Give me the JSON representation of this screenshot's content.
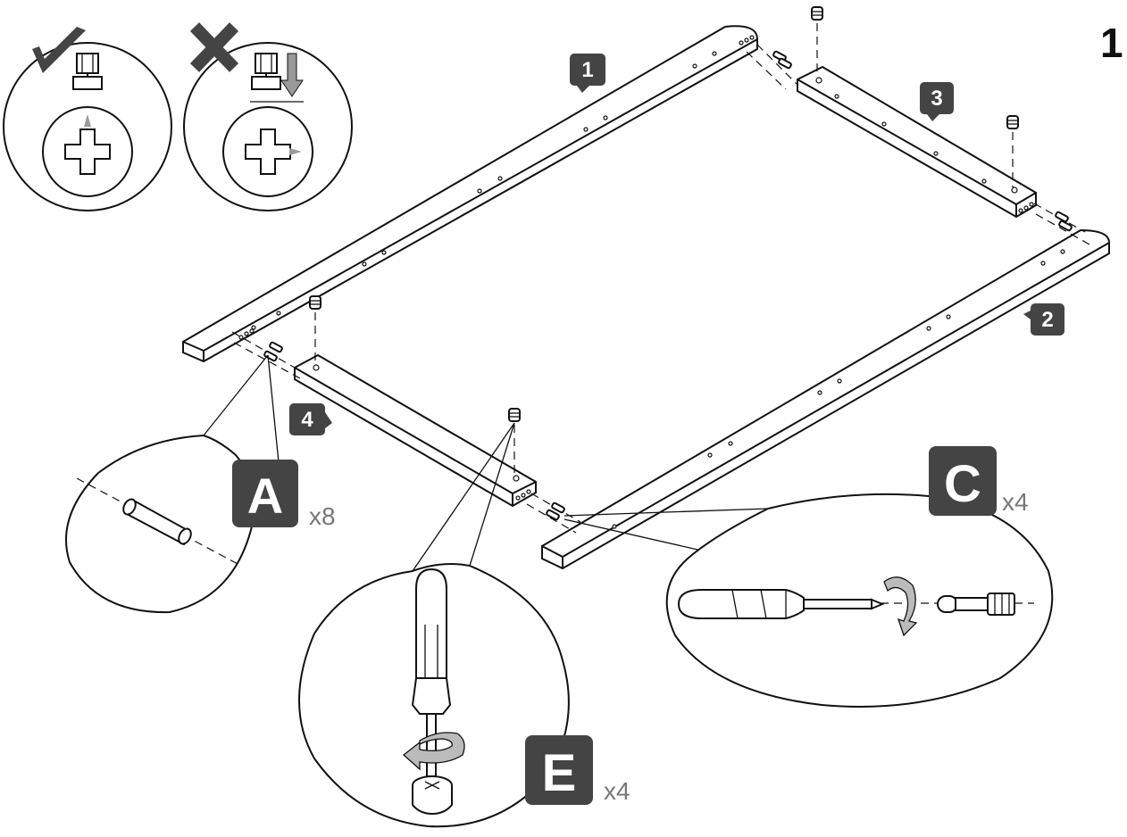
{
  "step": "1",
  "parts": [
    {
      "id": "part-1",
      "label": "1"
    },
    {
      "id": "part-2",
      "label": "2"
    },
    {
      "id": "part-3",
      "label": "3"
    },
    {
      "id": "part-4",
      "label": "4"
    }
  ],
  "hardware": [
    {
      "id": "A",
      "letter": "A",
      "qty": "x8"
    },
    {
      "id": "C",
      "letter": "C",
      "qty": "x4"
    },
    {
      "id": "E",
      "letter": "E",
      "qty": "x4"
    }
  ],
  "colors": {
    "line": "#111111",
    "label_box": "#444444",
    "qty_text": "#777777",
    "arrow_gray": "#999999"
  },
  "icons": [
    "check-icon",
    "cross-icon",
    "screwdriver-icon",
    "rotate-arrow-icon",
    "dowel-icon",
    "cam-bolt-icon",
    "cam-lock-icon"
  ]
}
